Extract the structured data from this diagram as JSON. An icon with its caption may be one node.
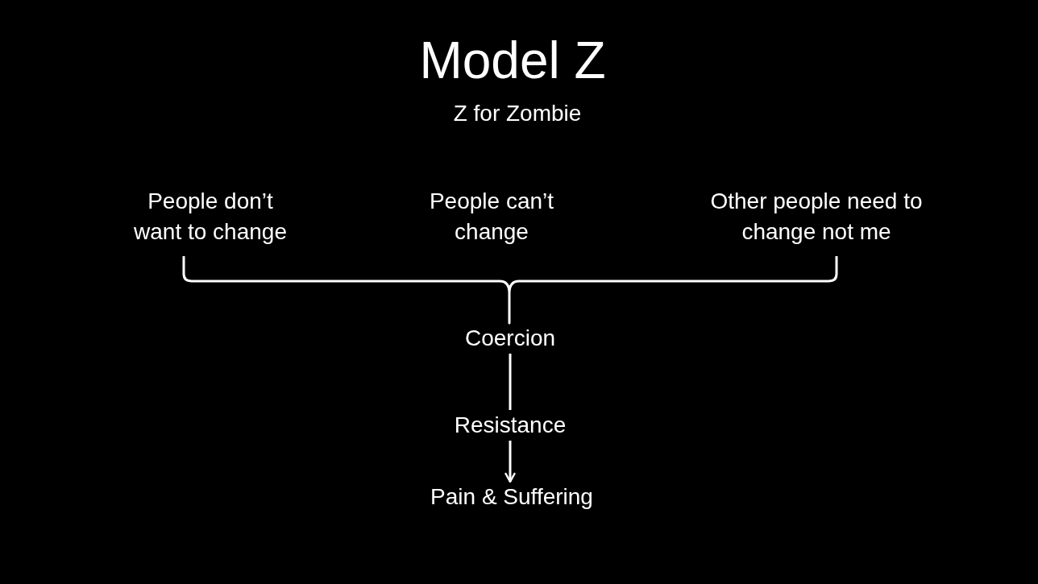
{
  "diagram": {
    "title": "Model Z",
    "nodes": [
      {
        "text": [
          "People don’t want to change"
        ]
      },
      {
        "text": [
          "People can’t change"
        ]
      },
      {
        "text": [
          "Other people need to change not me"
        ]
      },
      {
        "text": [
          "Coercion"
        ]
      },
      {
        "text": [
          "Resistance"
        ]
      },
      {
        "text": [
          "Pain & Suffering"
        ]
      }
    ],
    "edges": [
      {
        "from": 3,
        "to": 4,
        "arrow": "none"
      },
      {
        "from": 4,
        "to": 5,
        "arrow": "to"
      }
    ],
    "labels": [
      "Z for Zombie"
    ]
  }
}
